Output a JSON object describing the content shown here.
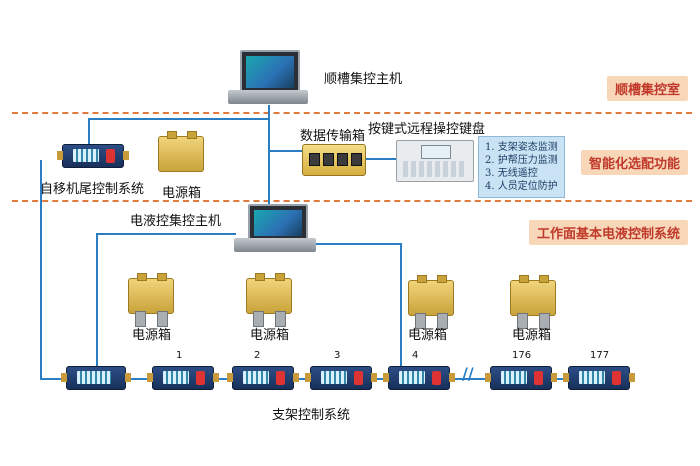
{
  "zones": {
    "top": "顺槽集控室",
    "mid": "智能化选配功能",
    "bottom": "工作面基本电液控制系统"
  },
  "labels": {
    "main_host": "顺槽集控主机",
    "data_box": "数据传输箱",
    "keyboard": "按键式远程操控键盘",
    "tail_ctrl": "自移机尾控制系统",
    "power_mid": "电源箱",
    "ehc_host": "电液控集控主机",
    "support_sys": "支架控制系统"
  },
  "features": [
    "1. 支架姿态监测",
    "2. 护帮压力监测",
    "3. 无线遥控",
    "4. 人员定位防护"
  ],
  "power_boxes": [
    "电源箱",
    "电源箱",
    "电源箱",
    "电源箱"
  ],
  "supports": [
    "1",
    "2",
    "3",
    "4",
    "176",
    "177"
  ],
  "colors": {
    "zone_bg": "#f7d7b8",
    "zone_text": "#c0392b",
    "dash": "#e07a3e",
    "wire": "#2a7fc4"
  }
}
